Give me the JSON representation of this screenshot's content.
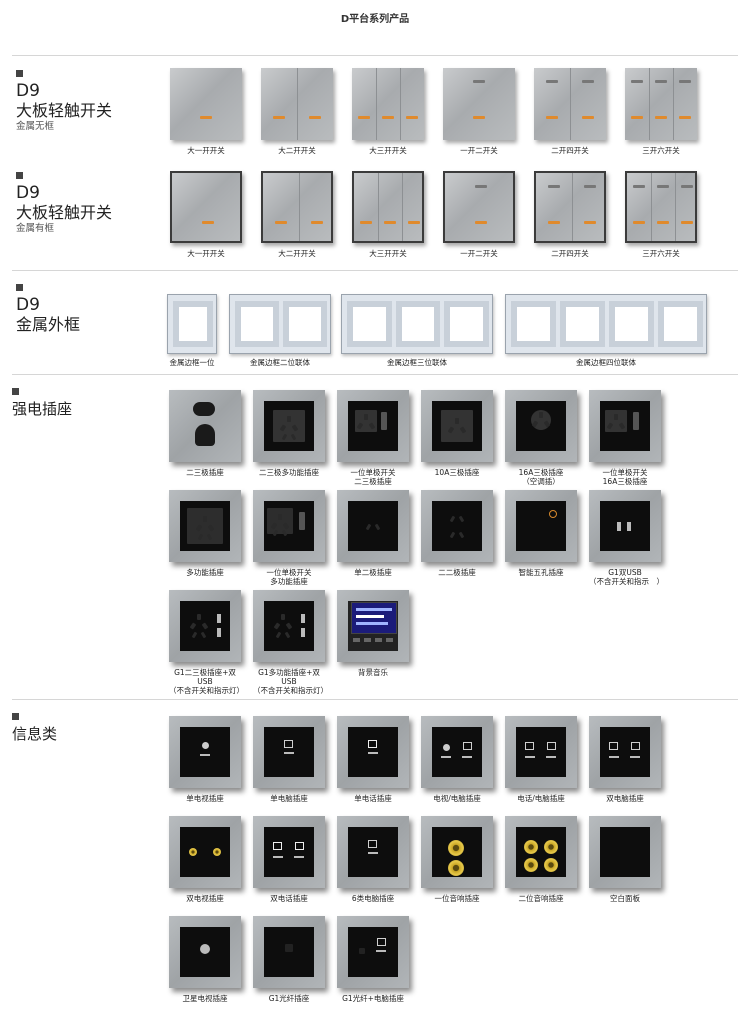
{
  "page_title": "D平台系列产品",
  "sections": {
    "d9_unframed": {
      "code": "D9",
      "name": "大板轻触开关",
      "sub": "金属无框",
      "items": [
        "大一开开关",
        "大二开开关",
        "大三开开关",
        "一开二开关",
        "二开四开关",
        "三开六开关"
      ]
    },
    "d9_framed": {
      "code": "D9",
      "name": "大板轻触开关",
      "sub": "金属有框",
      "items": [
        "大一开开关",
        "大二开开关",
        "大三开开关",
        "一开二开关",
        "二开四开关",
        "三开六开关"
      ]
    },
    "d9_frames": {
      "code": "D9",
      "name": "金属外框",
      "items": [
        "金属边框一位",
        "金属边框二位联体",
        "金属边框三位联体",
        "金属边框四位联体"
      ]
    },
    "power": {
      "title": "强电插座",
      "items": [
        "二三极插座",
        "二三极多功能插座",
        "一位单极开关\n二三极插座",
        "10A三极插座",
        "16A三极插座\n（空调插）",
        "一位单极开关\n16A三极插座",
        "多功能插座",
        "一位单极开关\n多功能插座",
        "单二极插座",
        "二二极插座",
        "智能五孔插座",
        "G1双USB\n（不含开关和指示　）",
        "G1二三极插座+双USB\n（不含开关和指示灯）",
        "G1多功能插座+双USB\n（不含开关和指示灯）",
        "背景音乐"
      ]
    },
    "info": {
      "title": "信息类",
      "items": [
        "单电视插座",
        "单电脑插座",
        "单电话插座",
        "电视/电脑插座",
        "电话/电脑插座",
        "双电脑插座",
        "双电视插座",
        "双电话插座",
        "6类电脑插座",
        "一位音响插座",
        "二位音响插座",
        "空白面板",
        "卫星电视插座",
        "G1光纤插座",
        "G1光纤+电脑插座"
      ]
    }
  },
  "colors": {
    "indicator": "#e08a2c",
    "panel": "#b3b6b9",
    "socket_face": "#0d0d0d"
  }
}
